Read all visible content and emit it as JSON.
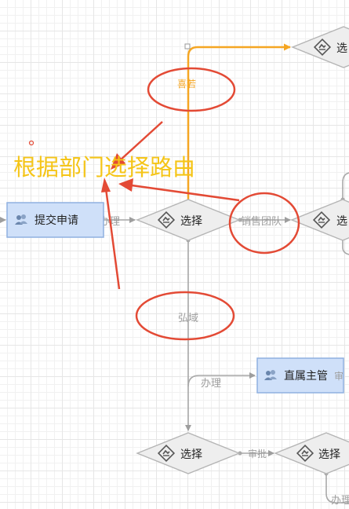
{
  "nodes": {
    "submit": "提交申请",
    "supervisor": "直属主管",
    "supervisor_suffix": "审",
    "choice_top_right": "选",
    "choice_main": "选择",
    "choice_mid_right": "选",
    "choice_bottom": "选择",
    "choice_bottom_right": "选择"
  },
  "edges": {
    "handle1": "办理",
    "xiruo": "喜若",
    "sales_team": "销售团队",
    "hongyu": "弘域",
    "handle2": "办理",
    "approve": "审批",
    "handle3": "办理"
  },
  "annotation": {
    "title": "根据部门选择路由"
  },
  "colors": {
    "highlight_edge": "#f5a623",
    "annotation_text": "#f5c518",
    "annotation_red": "#e34a35",
    "task_fill": "#cfe0f9",
    "task_border": "#8fb0e0",
    "gateway_fill": "#eeeeee",
    "edge_gray": "#a8a8a8"
  }
}
